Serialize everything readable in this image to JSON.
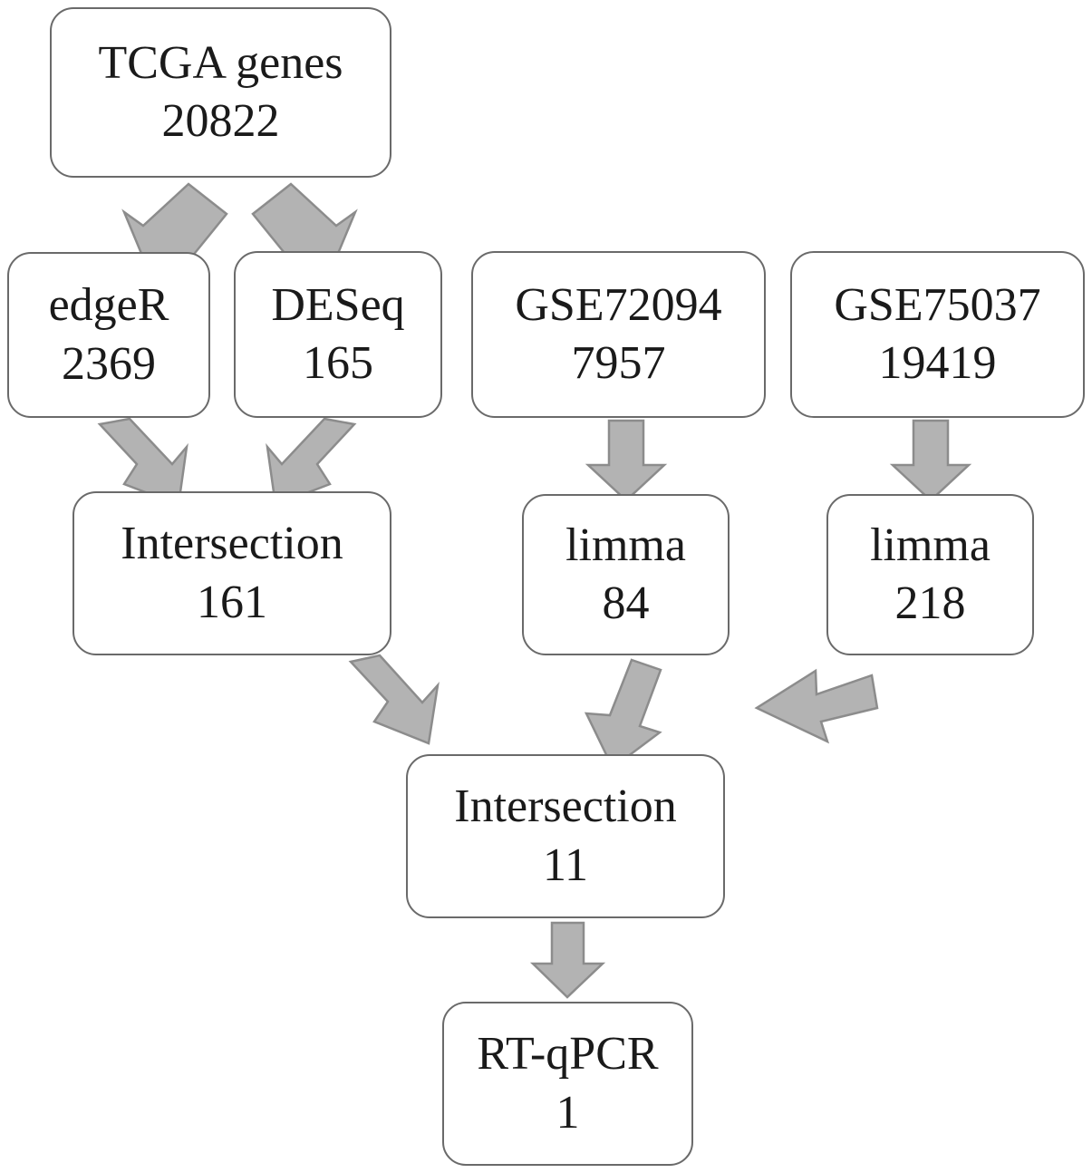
{
  "diagram": {
    "title": "Gene screening workflow flowchart",
    "colors": {
      "node_border": "#6a6a6a",
      "node_fill": "#ffffff",
      "arrow_fill": "#b3b3b3",
      "arrow_stroke": "#8c8c8c",
      "text": "#1a1a1a"
    },
    "nodes": [
      {
        "id": "tcga",
        "label": "TCGA genes",
        "value": "20822"
      },
      {
        "id": "edger",
        "label": "edgeR",
        "value": "2369"
      },
      {
        "id": "deseq",
        "label": "DESeq",
        "value": "165"
      },
      {
        "id": "gse72094",
        "label": "GSE72094",
        "value": "7957"
      },
      {
        "id": "gse75037",
        "label": "GSE75037",
        "value": "19419"
      },
      {
        "id": "intersection_161",
        "label": "Intersection",
        "value": "161"
      },
      {
        "id": "limma_84",
        "label": "limma",
        "value": "84"
      },
      {
        "id": "limma_218",
        "label": "limma",
        "value": "218"
      },
      {
        "id": "intersection_11",
        "label": "Intersection",
        "value": "11"
      },
      {
        "id": "rtqpcr",
        "label": "RT-qPCR",
        "value": "1"
      }
    ],
    "edges": [
      {
        "id": "tcga-to-edger",
        "from": "tcga",
        "to": "edger",
        "direction": "down-left"
      },
      {
        "id": "tcga-to-deseq",
        "from": "tcga",
        "to": "deseq",
        "direction": "down-right"
      },
      {
        "id": "edger-to-intersection161",
        "from": "edger",
        "to": "intersection_161",
        "direction": "down-right"
      },
      {
        "id": "deseq-to-intersection161",
        "from": "deseq",
        "to": "intersection_161",
        "direction": "down-left"
      },
      {
        "id": "gse72094-to-limma84",
        "from": "gse72094",
        "to": "limma_84",
        "direction": "down"
      },
      {
        "id": "gse75037-to-limma218",
        "from": "gse75037",
        "to": "limma_218",
        "direction": "down"
      },
      {
        "id": "intersection161-to-intersection11",
        "from": "intersection_161",
        "to": "intersection_11",
        "direction": "down-right"
      },
      {
        "id": "limma84-to-intersection11",
        "from": "limma_84",
        "to": "intersection_11",
        "direction": "down-left"
      },
      {
        "id": "limma218-to-intersection11",
        "from": "limma_218",
        "to": "intersection_11",
        "direction": "left"
      },
      {
        "id": "intersection11-to-rtqpcr",
        "from": "intersection_11",
        "to": "rtqpcr",
        "direction": "down"
      }
    ]
  }
}
